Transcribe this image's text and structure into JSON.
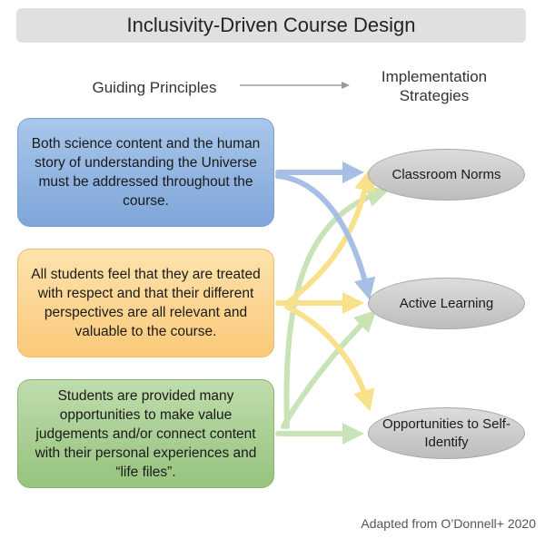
{
  "title": "Inclusivity-Driven Course Design",
  "headers": {
    "left": "Guiding Principles",
    "right": "Implementation Strategies"
  },
  "principles": [
    {
      "text": "Both science content and the human story of understanding the Universe must be addressed throughout the course.",
      "color": "#8fb2df"
    },
    {
      "text": "All students feel that they are treated with respect and that their different perspectives are all relevant and valuable to the course.",
      "color": "#fcd592"
    },
    {
      "text": "Students are provided many opportunities to make value judgements and/or connect content with their personal experiences and “life files”.",
      "color": "#a8cf91"
    }
  ],
  "strategies": [
    {
      "text": "Classroom Norms"
    },
    {
      "text": "Active Learning"
    },
    {
      "text": "Opportunities to Self-Identify"
    }
  ],
  "arrow_colors": {
    "blue": "#9fb9e3",
    "yellow": "#f9de7f",
    "green": "#c4e0b0"
  },
  "credit": "Adapted from O’Donnell+ 2020"
}
